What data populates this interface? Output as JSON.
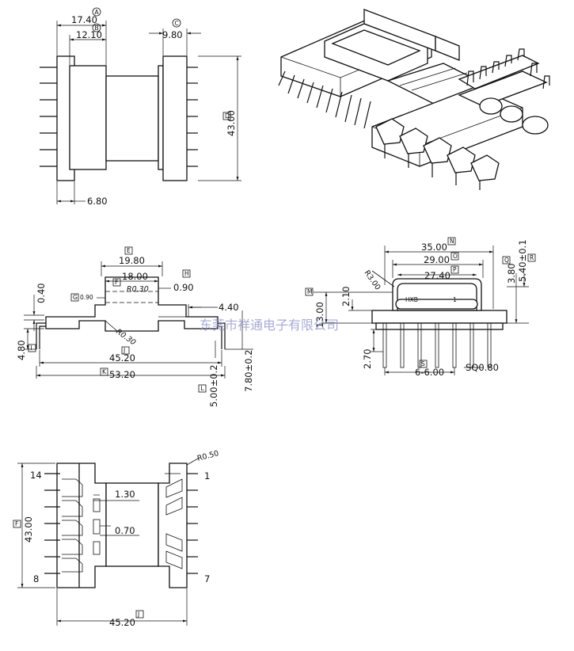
{
  "markers": {
    "A": "A",
    "B": "B",
    "C": "C",
    "D": "D",
    "E": "E",
    "F": "F",
    "G": "G",
    "H": "H",
    "I": "I",
    "J": "J",
    "K": "K",
    "L": "L",
    "M": "M",
    "N": "N",
    "O": "O",
    "P": "P",
    "Q": "Q",
    "R": "R",
    "S": "S"
  },
  "front_view": {
    "dim_top_width": "17.40",
    "dim_inner_width": "12.10",
    "dim_right_flange": "9.80",
    "dim_height": "43.00",
    "dim_bottom": "6.80"
  },
  "side_view": {
    "dim_window_outer": "19.80",
    "dim_window_inner": "18.00",
    "dim_radius_top": "R0.30",
    "dim_step": "0.90",
    "dim_step_small": "0.90",
    "dim_top_thickness": "0.40",
    "dim_flange_offset": "4.40",
    "dim_radius_bottom": "R0.30",
    "dim_pin_height": "4.80",
    "dim_pin_span": "45.20",
    "dim_overall_width": "53.20",
    "dim_height_a": "5.00±0.2",
    "dim_height_b": "7.80±0.2"
  },
  "end_view": {
    "dim_overall": "35.00",
    "dim_middle": "29.00",
    "dim_inner": "27.40",
    "dim_radius": "R3.00",
    "dim_gap": "2.10",
    "dim_height": "13.00",
    "dim_right_small": "3.80",
    "dim_right_large": "5.40±0.1",
    "dim_pin_length": "2.70",
    "dim_pin_pitch": "6-6.00",
    "dim_pin_square": "SQ0.80",
    "label_hxb": "HXB",
    "label_one": "1"
  },
  "watermark": "东莞市祥通电子有限公司",
  "bottom_view": {
    "dim_radius": "R0.50",
    "dim_slot": "1.30",
    "dim_groove": "0.70",
    "dim_height": "43.00",
    "dim_width": "45.20",
    "pin_14": "14",
    "pin_8": "8",
    "pin_1": "1",
    "pin_7": "7"
  }
}
